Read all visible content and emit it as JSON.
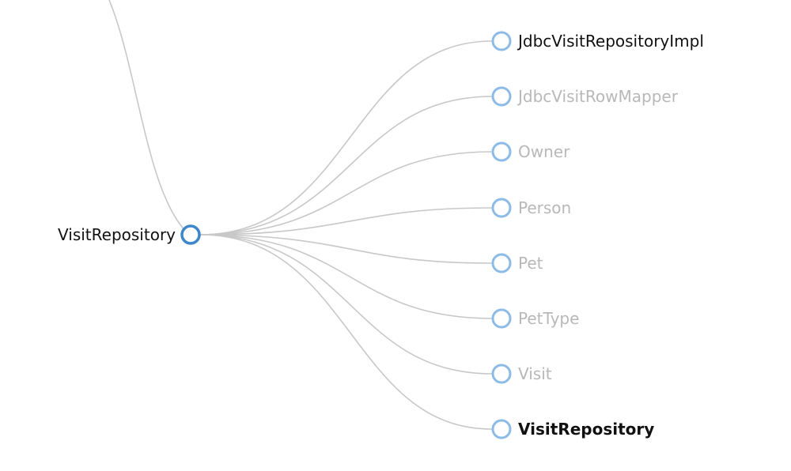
{
  "root": {
    "label": "VisitRepository"
  },
  "children": [
    {
      "label": "JdbcVisitRepositoryImpl",
      "state": "active"
    },
    {
      "label": "JdbcVisitRowMapper",
      "state": "dim"
    },
    {
      "label": "Owner",
      "state": "dim"
    },
    {
      "label": "Person",
      "state": "dim"
    },
    {
      "label": "Pet",
      "state": "dim"
    },
    {
      "label": "PetType",
      "state": "dim"
    },
    {
      "label": "Visit",
      "state": "dim"
    },
    {
      "label": "VisitRepository",
      "state": "bold"
    }
  ],
  "colors": {
    "link": "#c8c8c8",
    "node_stroke": "#8dbbe8",
    "root_stroke": "#3d86cc",
    "dim_text": "#b8b8b8",
    "text": "#111111"
  }
}
